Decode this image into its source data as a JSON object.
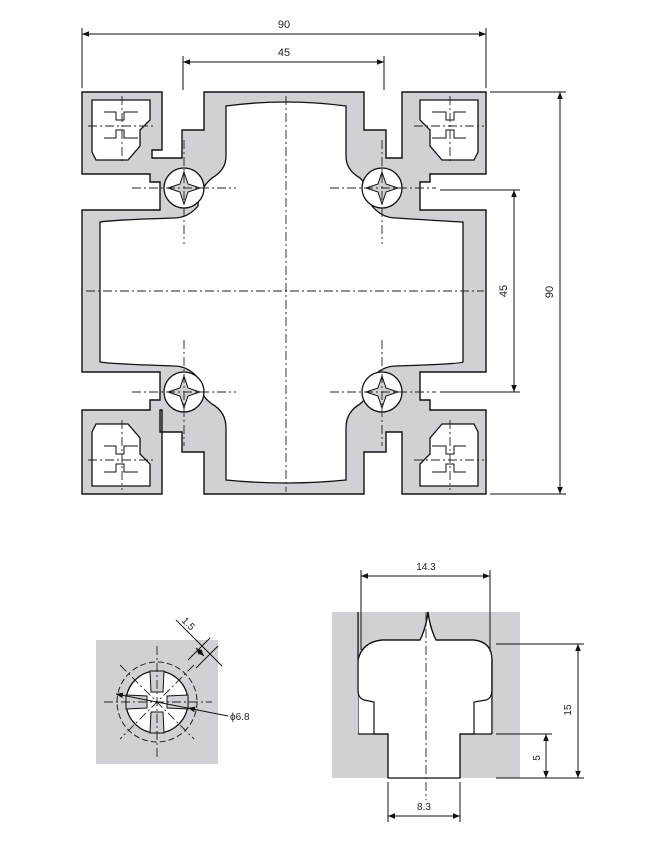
{
  "main_view": {
    "dim_overall_width": "90",
    "dim_slot_pitch_horizontal": "45",
    "dim_overall_height": "90",
    "dim_slot_pitch_vertical": "45"
  },
  "core_detail": {
    "dim_wall": "1.5",
    "dim_bore": "ϕ6.8"
  },
  "slot_detail": {
    "dim_slot_width": "14.3",
    "dim_slot_depth": "15",
    "dim_lip": "5",
    "dim_opening": "8.3"
  },
  "colors": {
    "material": "#cfd1d4",
    "line": "#111111"
  }
}
